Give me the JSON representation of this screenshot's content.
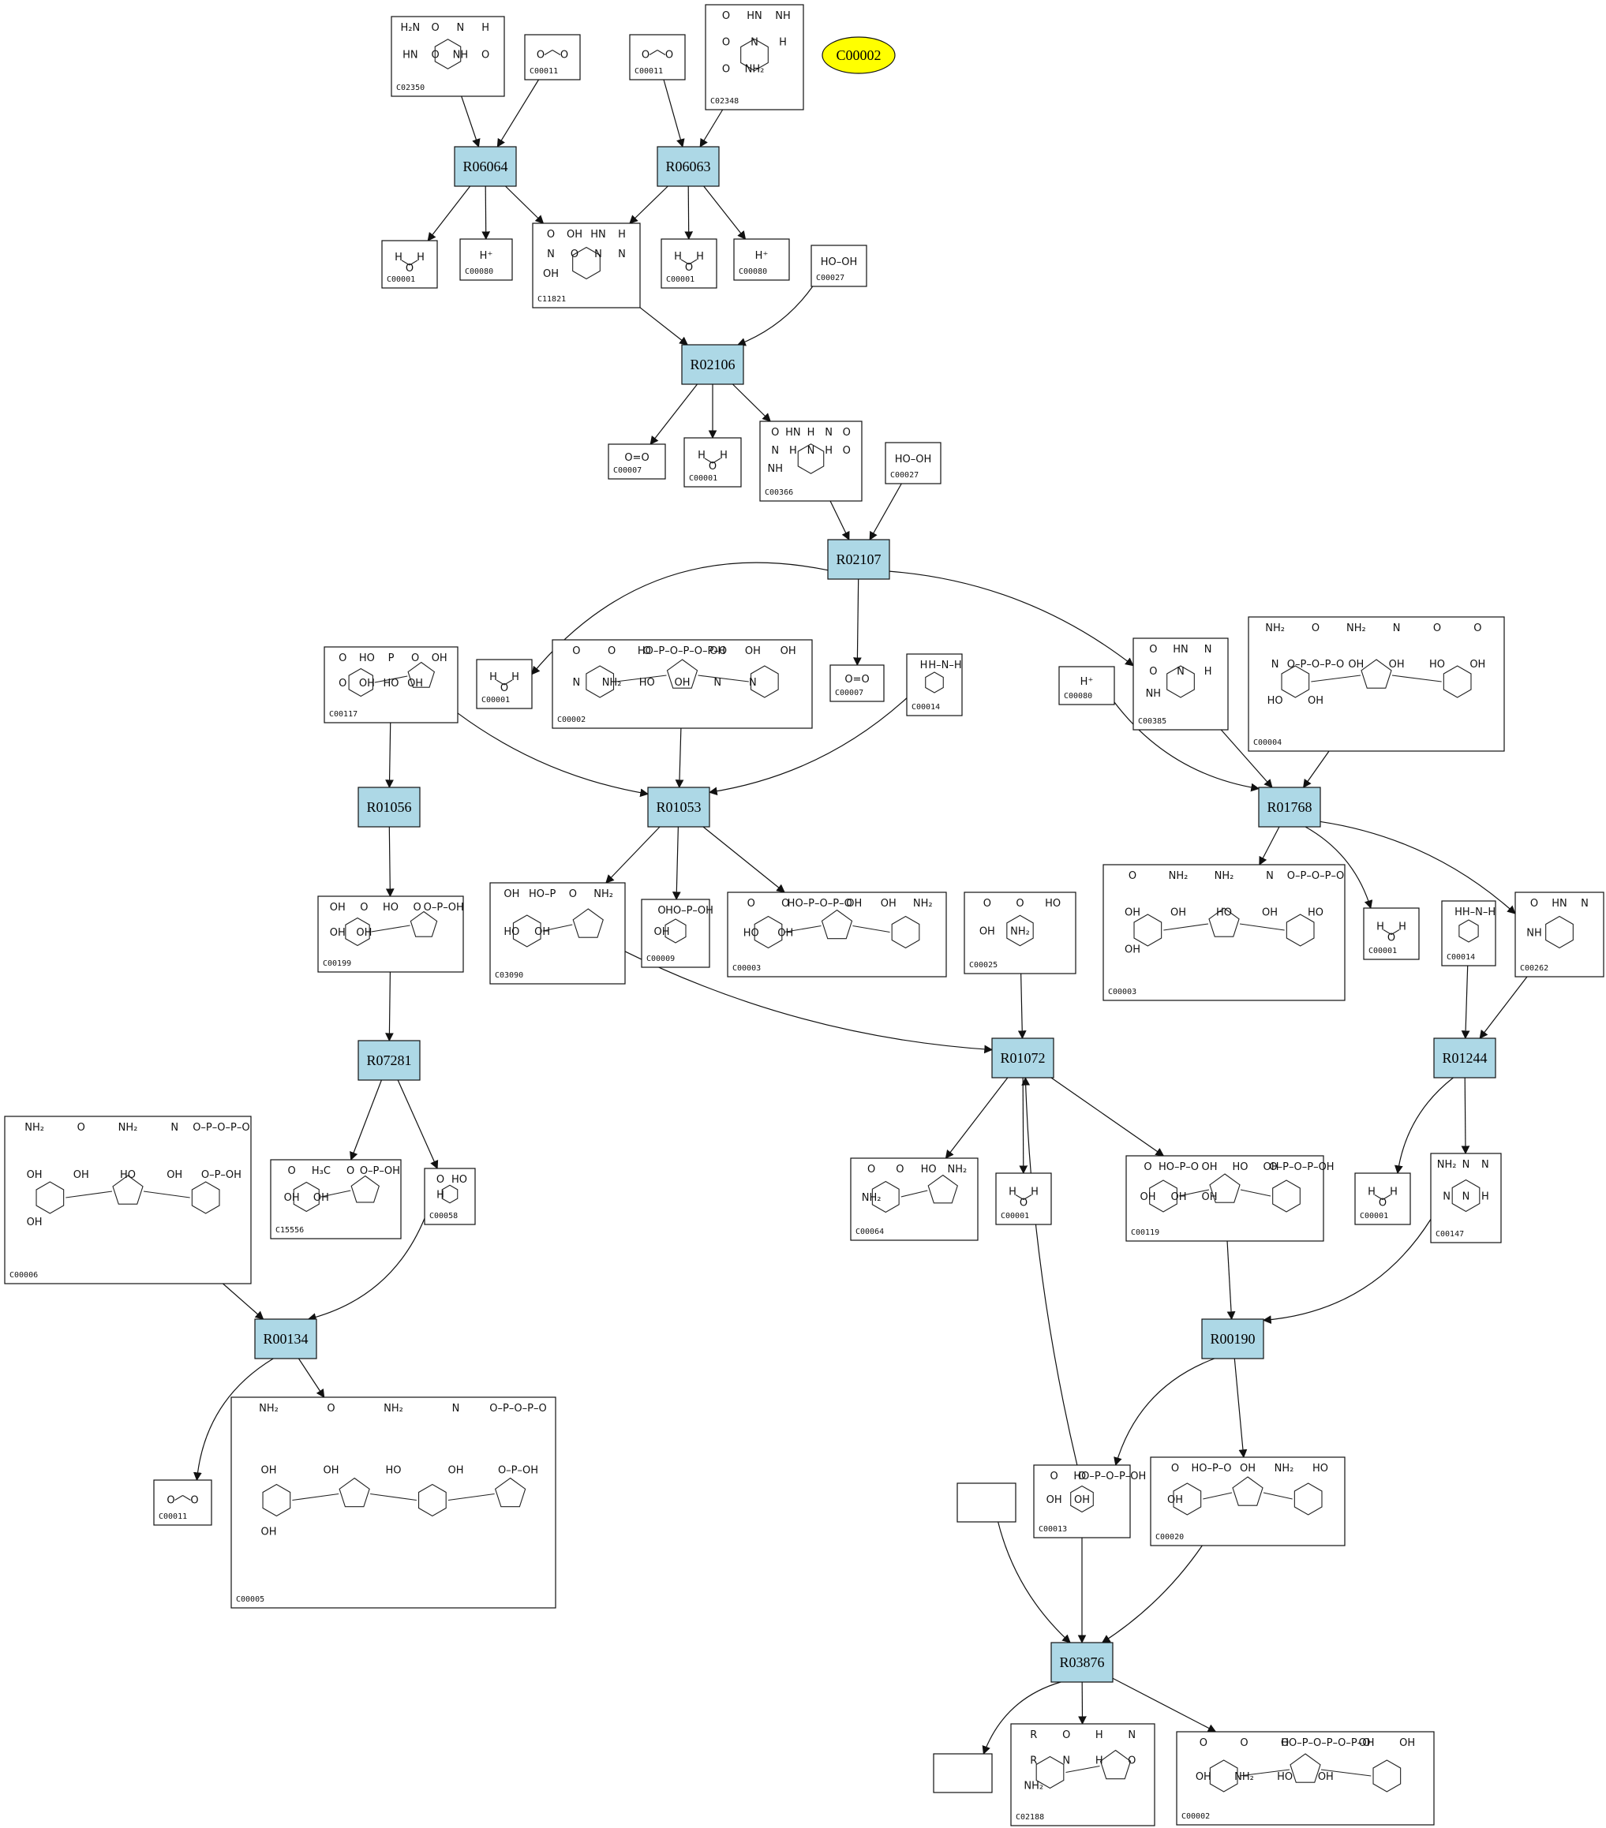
{
  "highlight": {
    "label": "C00002",
    "color": "#ffff00"
  },
  "colors": {
    "reaction_fill": "#add8e6",
    "highlight_fill": "#ffff00"
  },
  "reactions": [
    {
      "id": "R06064"
    },
    {
      "id": "R06063"
    },
    {
      "id": "R02106"
    },
    {
      "id": "R02107"
    },
    {
      "id": "R01056"
    },
    {
      "id": "R01053"
    },
    {
      "id": "R01768"
    },
    {
      "id": "R07281"
    },
    {
      "id": "R01072"
    },
    {
      "id": "R01244"
    },
    {
      "id": "R00134"
    },
    {
      "id": "R00190"
    },
    {
      "id": "R03876"
    }
  ],
  "compounds": [
    {
      "key": "c02350",
      "id": "C02350",
      "formula": "H₂N–CO–NH–(allantoin ring)",
      "labels": [
        "H₂N",
        "O",
        "N",
        "H",
        "HN",
        "O",
        "NH",
        "O"
      ]
    },
    {
      "key": "c00011a",
      "id": "C00011",
      "formula": "O=C=O"
    },
    {
      "key": "c00011b",
      "id": "C00011",
      "formula": "O=C=O"
    },
    {
      "key": "c02348",
      "id": "C02348",
      "labels": [
        "O",
        "HN",
        "NH",
        "O",
        "N",
        "H",
        "O",
        "NH₂"
      ]
    },
    {
      "key": "c00001a",
      "id": "C00001",
      "formula": "H–O–H"
    },
    {
      "key": "c00080a",
      "id": "C00080",
      "formula": "H⁺"
    },
    {
      "key": "c11821",
      "id": "C11821",
      "labels": [
        "O",
        "OH",
        "HN",
        "H",
        "N",
        "O",
        "N",
        "N",
        "OH"
      ]
    },
    {
      "key": "c00001b",
      "id": "C00001",
      "formula": "H–O–H"
    },
    {
      "key": "c00080b",
      "id": "C00080",
      "formula": "H⁺"
    },
    {
      "key": "c00027a",
      "id": "C00027",
      "formula": "HO–OH"
    },
    {
      "key": "c00007a",
      "id": "C00007",
      "formula": "O=O"
    },
    {
      "key": "c00001c",
      "id": "C00001",
      "formula": "H–O–H"
    },
    {
      "key": "c00366",
      "id": "C00366",
      "labels": [
        "O",
        "HN",
        "H",
        "N",
        "O",
        "N",
        "H",
        "N",
        "H",
        "O",
        "NH"
      ]
    },
    {
      "key": "c00027b",
      "id": "C00027",
      "formula": "HO–OH"
    },
    {
      "key": "c00117",
      "id": "C00117",
      "labels": [
        "O",
        "HO",
        "P",
        "O",
        "OH",
        "O",
        "OH",
        "HO",
        "OH"
      ]
    },
    {
      "key": "c00001d",
      "id": "C00001",
      "formula": "H–O–H"
    },
    {
      "key": "c00002a",
      "id": "C00002",
      "labels": [
        "O",
        "O",
        "O",
        "HO–P–O–P–O–P–O",
        "OH",
        "OH",
        "OH",
        "N",
        "NH₂",
        "HO",
        "OH",
        "N",
        "N"
      ]
    },
    {
      "key": "c00007b",
      "id": "C00007",
      "formula": "O=O"
    },
    {
      "key": "c00014a",
      "id": "C00014",
      "formula": "NH₃",
      "labels": [
        "H",
        "H–N–H"
      ]
    },
    {
      "key": "c00080c",
      "id": "C00080",
      "formula": "H⁺"
    },
    {
      "key": "c00385",
      "id": "C00385",
      "labels": [
        "O",
        "HN",
        "N",
        "O",
        "N",
        "H",
        "NH"
      ]
    },
    {
      "key": "c00004",
      "id": "C00004",
      "labels": [
        "NH₂",
        "O",
        "NH₂",
        "N",
        "O",
        "O",
        "N",
        "O–P–O–P–O",
        "OH",
        "OH",
        "HO",
        "OH",
        "HO",
        "OH"
      ]
    },
    {
      "key": "c00199",
      "id": "C00199",
      "labels": [
        "OH",
        "O",
        "HO",
        "O",
        "O–P–OH",
        "OH",
        "OH"
      ]
    },
    {
      "key": "c03090",
      "id": "C03090",
      "labels": [
        "OH",
        "HO–P",
        "O",
        "NH₂",
        "HO",
        "OH"
      ]
    },
    {
      "key": "c00009",
      "id": "C00009",
      "labels": [
        "O",
        "HO–P–OH",
        "OH"
      ]
    },
    {
      "key": "c00003a",
      "id": "C00003",
      "labels": [
        "O",
        "O",
        "HO–P–O–P–O",
        "OH",
        "OH",
        "NH₂",
        "HO",
        "OH"
      ]
    },
    {
      "key": "c00025",
      "id": "C00025",
      "labels": [
        "O",
        "O",
        "HO",
        "OH",
        "NH₂"
      ]
    },
    {
      "key": "c00003b",
      "id": "C00003",
      "labels": [
        "O",
        "NH₂",
        "NH₂",
        "N",
        "O–P–O–P–O",
        "OH",
        "OH",
        "HO",
        "OH",
        "HO",
        "OH"
      ]
    },
    {
      "key": "c00001e",
      "id": "C00001",
      "formula": "H–O–H"
    },
    {
      "key": "c00014b",
      "id": "C00014",
      "formula": "NH₃",
      "labels": [
        "H",
        "H–N–H"
      ]
    },
    {
      "key": "c00262",
      "id": "C00262",
      "labels": [
        "O",
        "HN",
        "N",
        "NH"
      ]
    },
    {
      "key": "c00006",
      "id": "C00006",
      "labels": [
        "NH₂",
        "O",
        "NH₂",
        "N",
        "O–P–O–P–O",
        "OH",
        "OH",
        "HO",
        "OH",
        "O–P–OH",
        "OH"
      ]
    },
    {
      "key": "c15556",
      "id": "C15556",
      "labels": [
        "O",
        "H₃C",
        "O",
        "O–P–OH",
        "OH",
        "OH"
      ]
    },
    {
      "key": "c00058",
      "id": "C00058",
      "formula": "HCOOH",
      "labels": [
        "O",
        "HO",
        "H"
      ]
    },
    {
      "key": "c00064",
      "id": "C00064",
      "labels": [
        "O",
        "O",
        "HO",
        "NH₂",
        "NH₂"
      ]
    },
    {
      "key": "c00001f",
      "id": "C00001",
      "formula": "H–O–H"
    },
    {
      "key": "c00119",
      "id": "C00119",
      "labels": [
        "O",
        "HO–P–O",
        "OH",
        "HO",
        "OH",
        "O–P–O–P–OH",
        "OH",
        "OH",
        "OH"
      ]
    },
    {
      "key": "c00001g",
      "id": "C00001",
      "formula": "H–O–H"
    },
    {
      "key": "c00147",
      "id": "C00147",
      "labels": [
        "NH₂",
        "N",
        "N",
        "N",
        "N",
        "H"
      ]
    },
    {
      "key": "c00011c",
      "id": "C00011",
      "formula": "O=C=O"
    },
    {
      "key": "c00005",
      "id": "C00005",
      "labels": [
        "NH₂",
        "O",
        "NH₂",
        "N",
        "O–P–O–P–O",
        "OH",
        "OH",
        "HO",
        "OH",
        "O–P–OH",
        "OH"
      ]
    },
    {
      "key": "c00013",
      "id": "C00013",
      "labels": [
        "O",
        "O",
        "HO–P–O–P–OH",
        "OH",
        "OH"
      ]
    },
    {
      "key": "c00020",
      "id": "C00020",
      "labels": [
        "O",
        "HO–P–O",
        "OH",
        "NH₂",
        "HO",
        "OH"
      ]
    },
    {
      "key": "c02188",
      "id": "C02188",
      "labels": [
        "R",
        "O",
        "H",
        "N",
        "R",
        "N",
        "H",
        "O",
        "NH₂"
      ]
    },
    {
      "key": "c00002b",
      "id": "C00002",
      "labels": [
        "O",
        "O",
        "O",
        "HO–P–O–P–O–P–O",
        "OH",
        "OH",
        "OH",
        "NH₂",
        "HO",
        "OH"
      ]
    },
    {
      "key": "blank1",
      "id": ""
    },
    {
      "key": "blank2",
      "id": ""
    }
  ]
}
